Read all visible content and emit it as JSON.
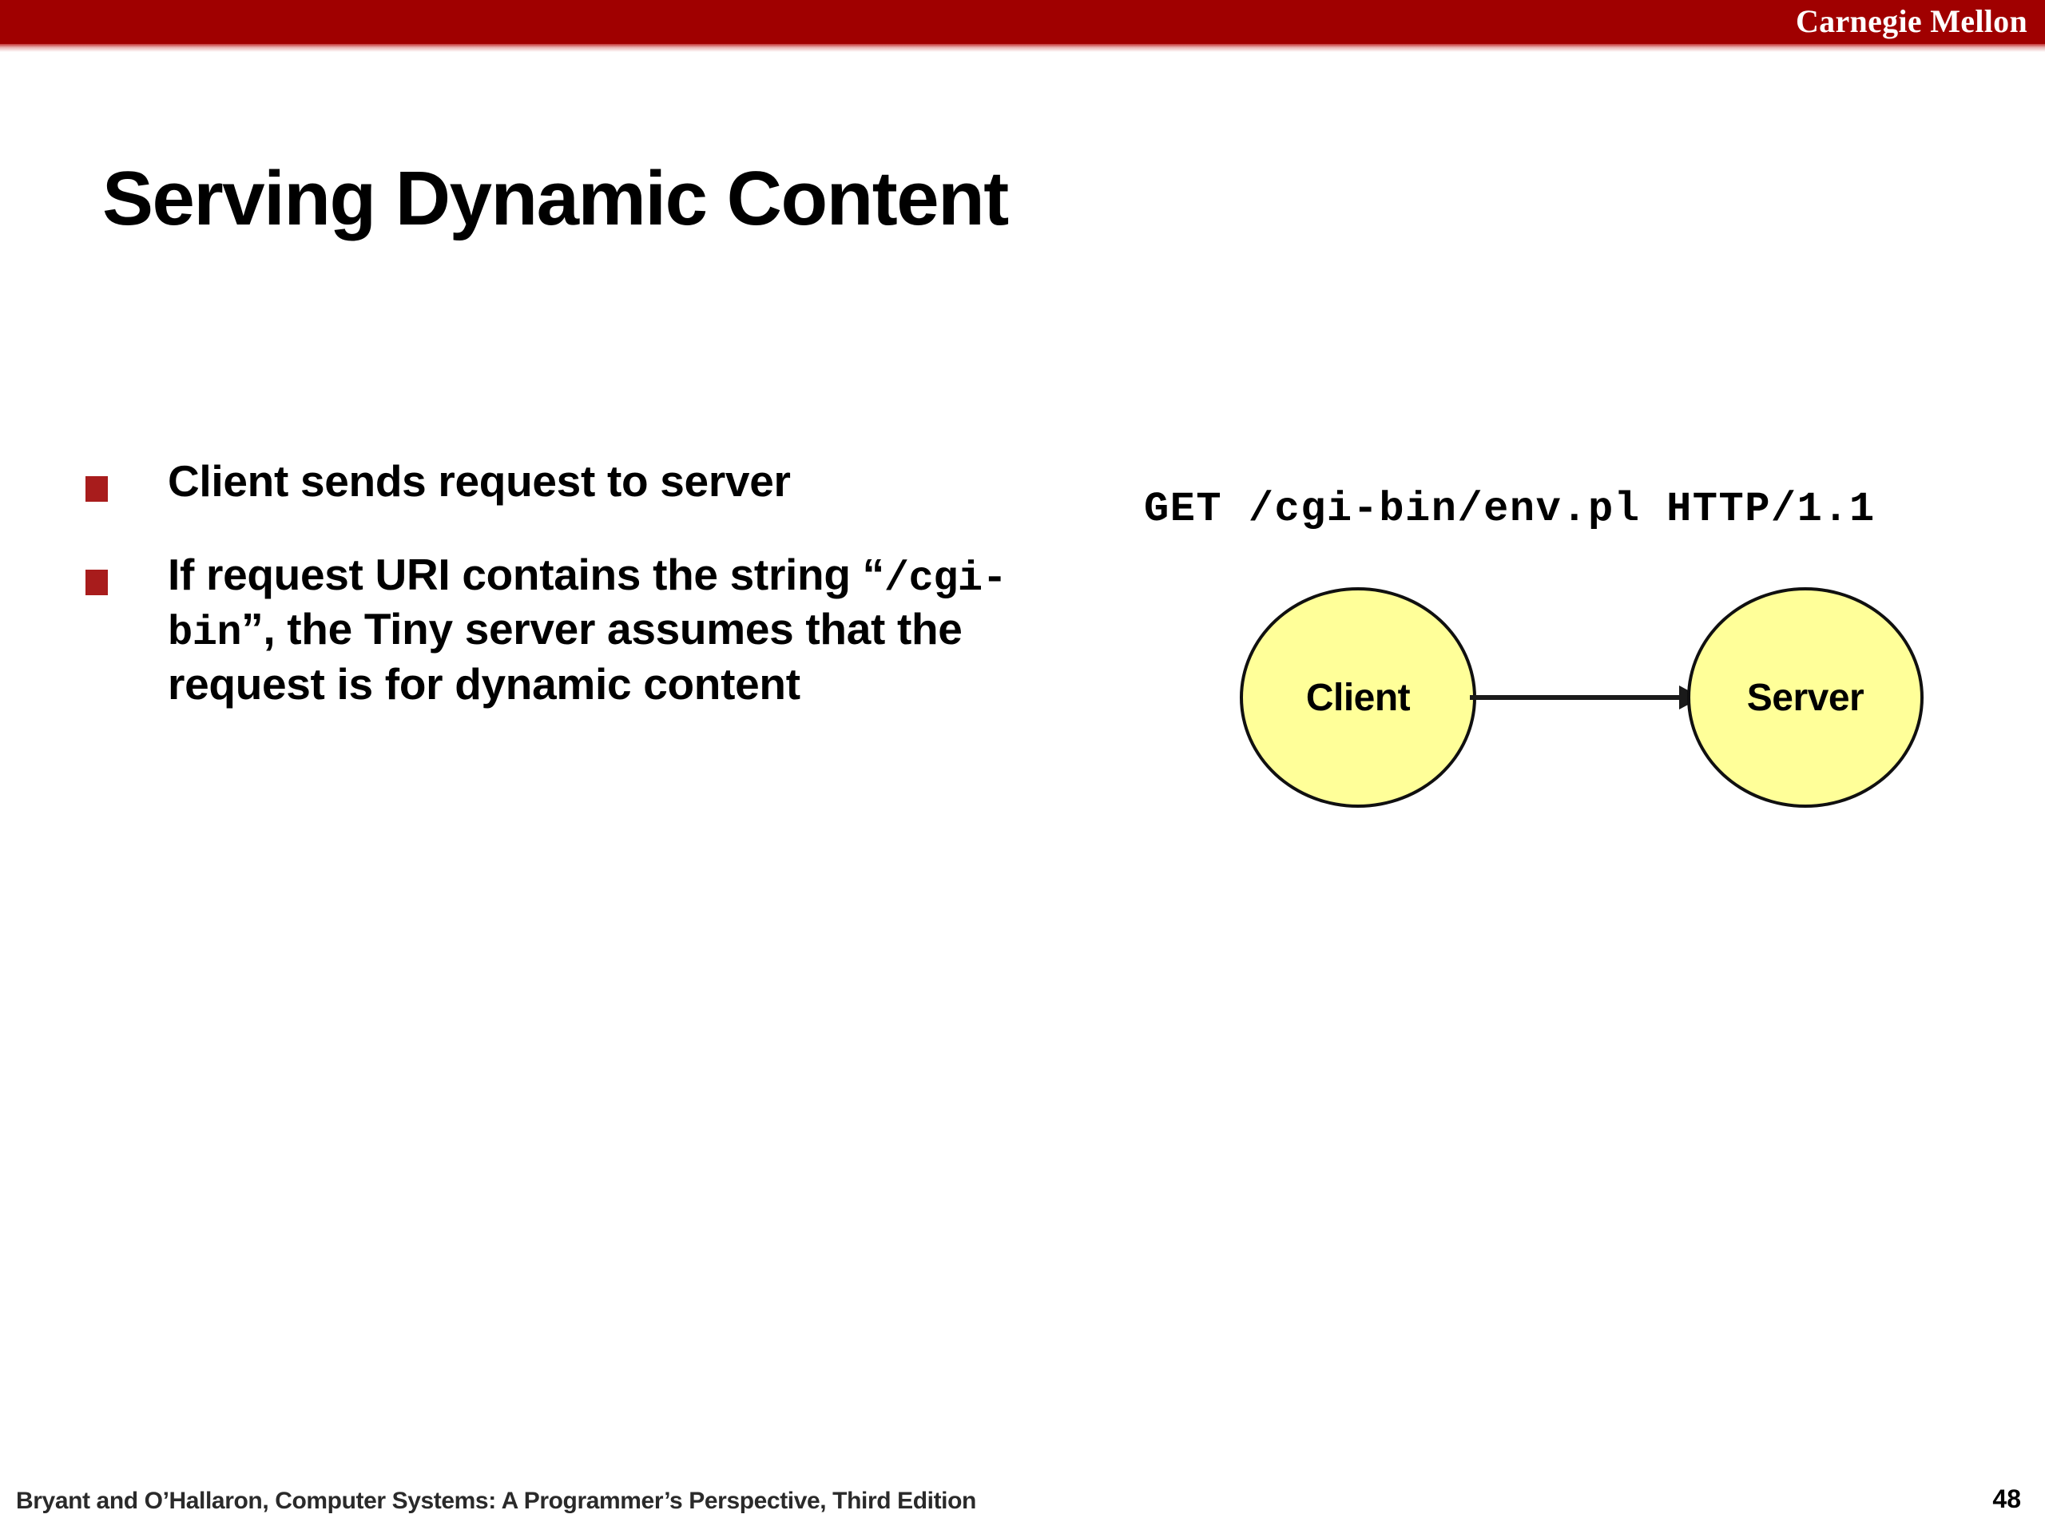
{
  "header": {
    "brand": "Carnegie Mellon",
    "banner_color": "#a00000"
  },
  "title": "Serving Dynamic Content",
  "bullets": [
    {
      "marker": "red-square-bullet",
      "text": "Client sends request to server"
    },
    {
      "marker": "red-square-bullet",
      "text_before": "If request URI contains the string “",
      "code": "/cgi-bin",
      "text_after": "”, the Tiny server assumes that the request is for dynamic content"
    }
  ],
  "diagram": {
    "request_line": "GET /cgi-bin/env.pl HTTP/1.1",
    "client_label": "Client",
    "server_label": "Server",
    "arrow_direction": "client-to-server",
    "node_fill": "#ffff99",
    "node_stroke": "#101010"
  },
  "footer": {
    "citation": "Bryant and O’Hallaron, Computer Systems: A Programmer’s Perspective, Third Edition",
    "page_number": "48"
  },
  "colors": {
    "accent_red": "#a00000",
    "bullet_red": "#a81c1c"
  }
}
